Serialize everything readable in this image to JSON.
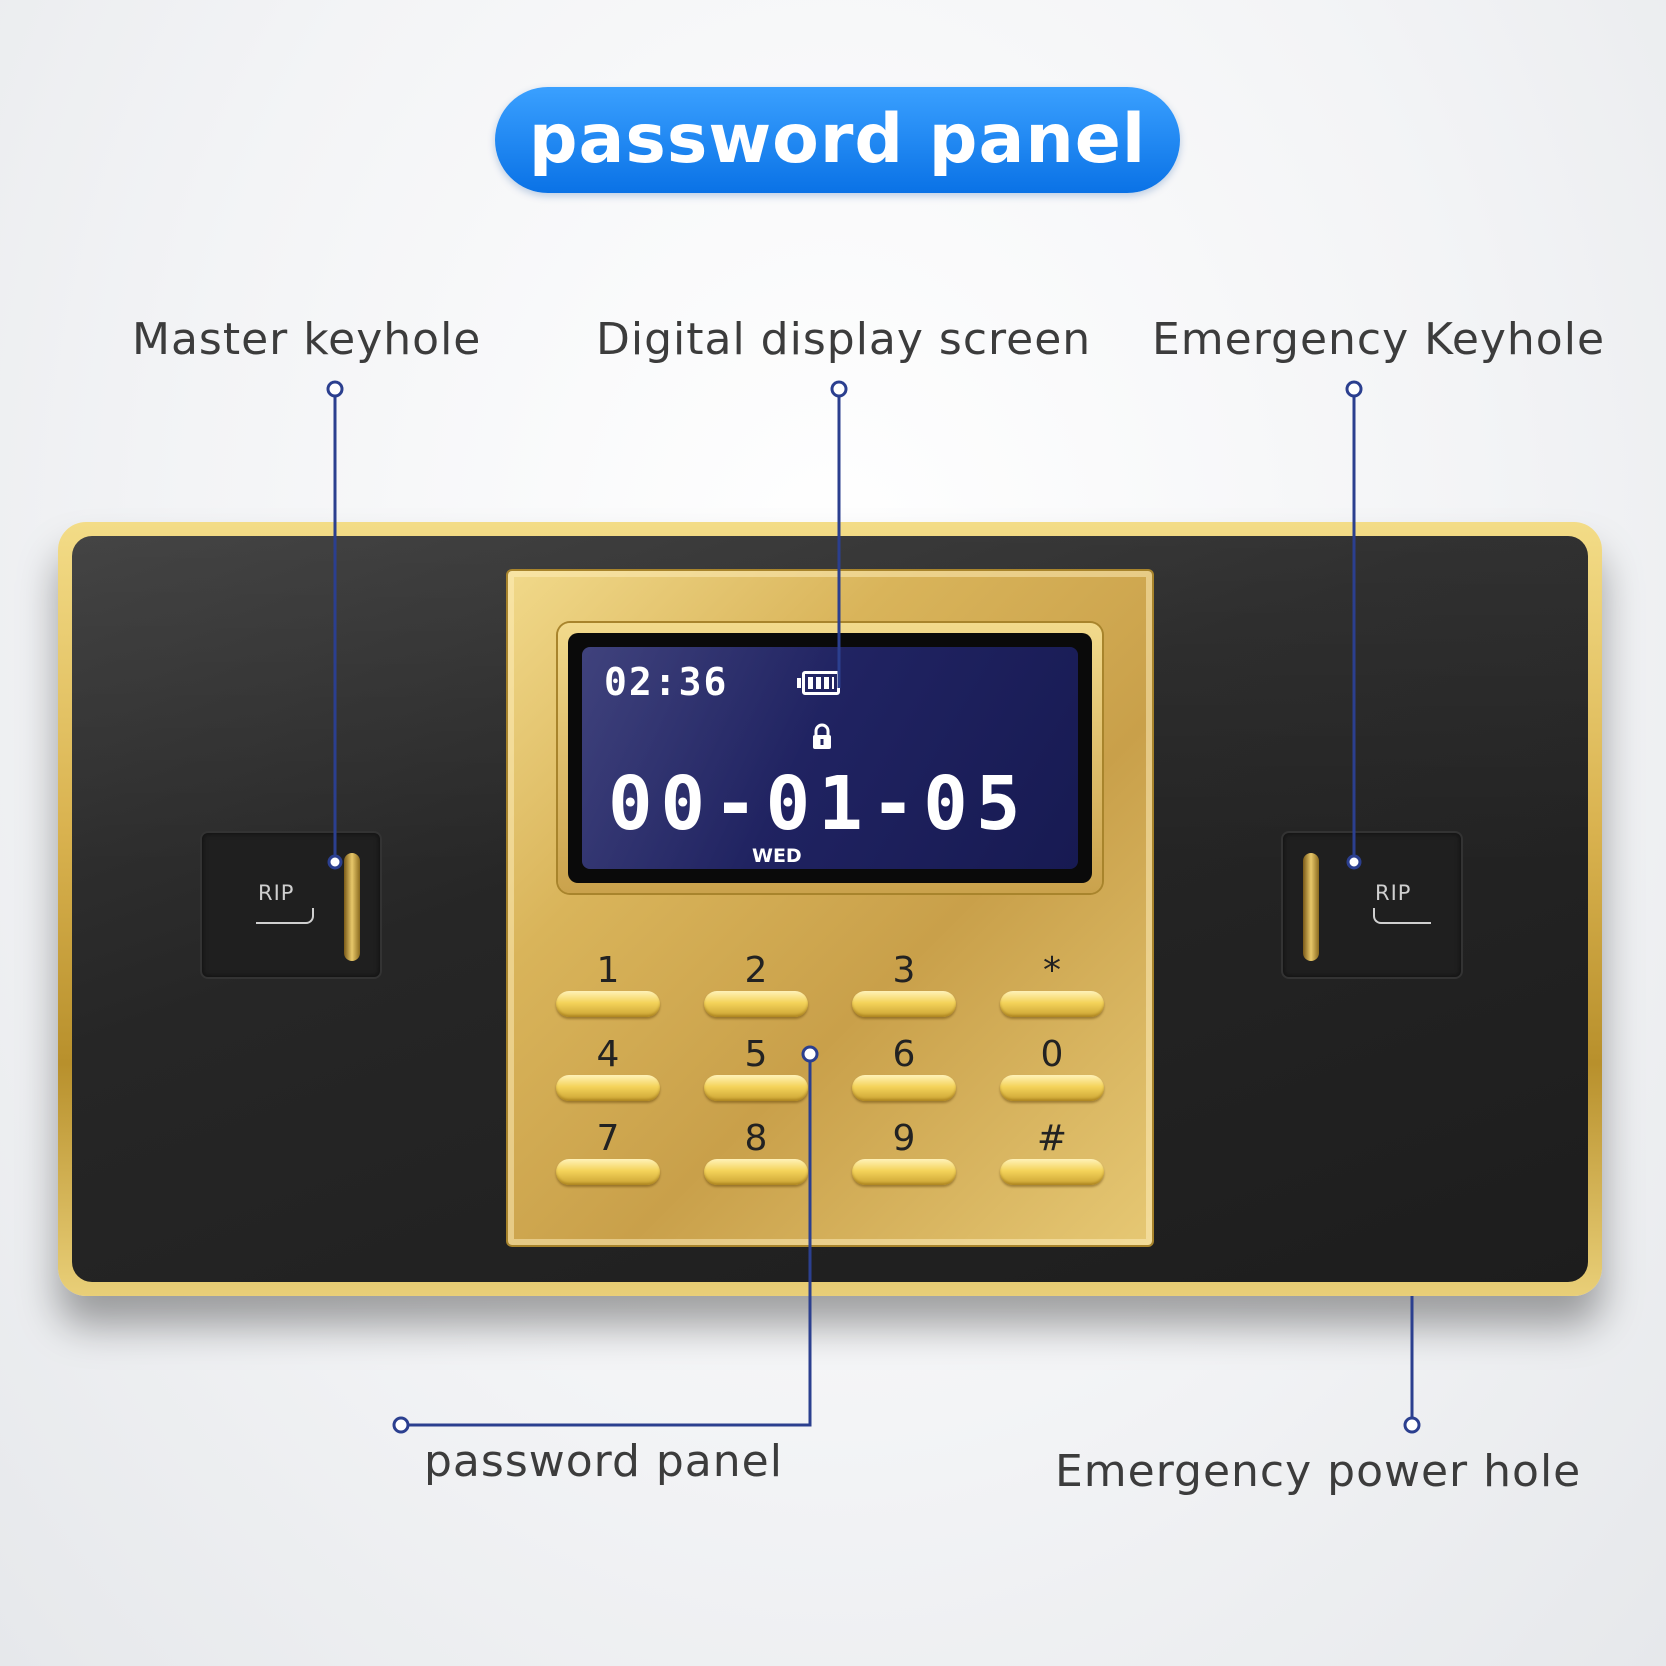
{
  "title": "password panel",
  "callouts": {
    "master_keyhole": "Master keyhole",
    "digital_display": "Digital display screen",
    "emergency_keyhole": "Emergency Keyhole",
    "password_panel": "password panel",
    "emergency_power": "Emergency power hole"
  },
  "display": {
    "time": "02:36",
    "date": "00-01-05",
    "day": "WED",
    "battery_icon": "battery-icon",
    "lock_icon": "lock-icon"
  },
  "keyholes": {
    "left_label": "RIP",
    "right_label": "RIP"
  },
  "keypad": {
    "keys": [
      "1",
      "2",
      "3",
      "*",
      "4",
      "5",
      "6",
      "0",
      "7",
      "8",
      "9",
      "#"
    ]
  },
  "colors": {
    "title_blue": "#0a72e6",
    "leader_line": "#2b3f8f",
    "gold": "#d9b24f",
    "lcd_blue": "#1f2260",
    "panel_black": "#262626"
  }
}
